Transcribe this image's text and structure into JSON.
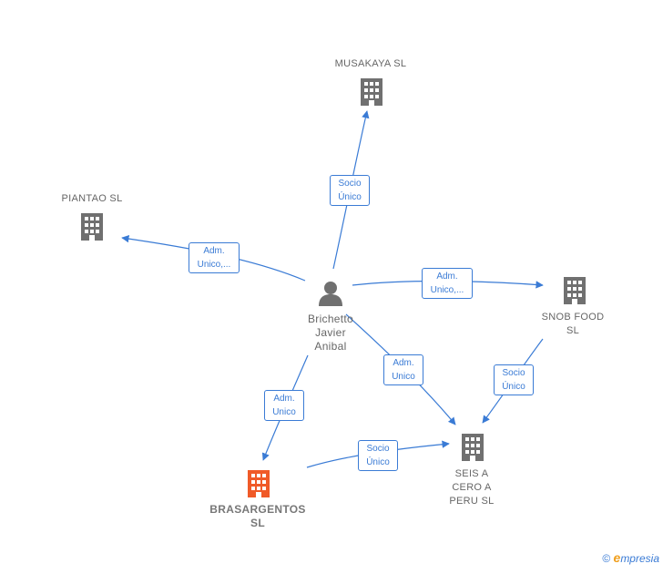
{
  "nodes": {
    "musakaya": {
      "label": "MUSAKAYA  SL",
      "icon": "building-icon"
    },
    "piantao": {
      "label": "PIANTAO  SL",
      "icon": "building-icon"
    },
    "snob": {
      "label": "SNOB FOOD\nSL",
      "icon": "building-icon"
    },
    "seis": {
      "label": "SEIS A\nCERO A\nPERU  SL",
      "icon": "building-icon"
    },
    "brasargentos": {
      "label": "BRASARGENTOS\nSL",
      "icon": "building-icon",
      "color": "#f05a28"
    },
    "person": {
      "label": "Brichetto\nJavier\nAnibal",
      "icon": "person-icon"
    }
  },
  "edges": {
    "person_musakaya": "Socio\nÚnico",
    "person_piantao": "Adm.\nUnico,...",
    "person_snob": "Adm.\nUnico,...",
    "person_seis": "Adm.\nUnico",
    "person_brasargentos": "Adm.\nUnico",
    "snob_seis": "Socio\nÚnico",
    "brasargentos_seis": "Socio\nÚnico"
  },
  "colors": {
    "edge": "#3a7bd5",
    "building": "#707070",
    "main": "#f05a28",
    "person": "#707070"
  },
  "footer": {
    "copyright": "©",
    "brand_first": "e",
    "brand_rest": "mpresia"
  }
}
